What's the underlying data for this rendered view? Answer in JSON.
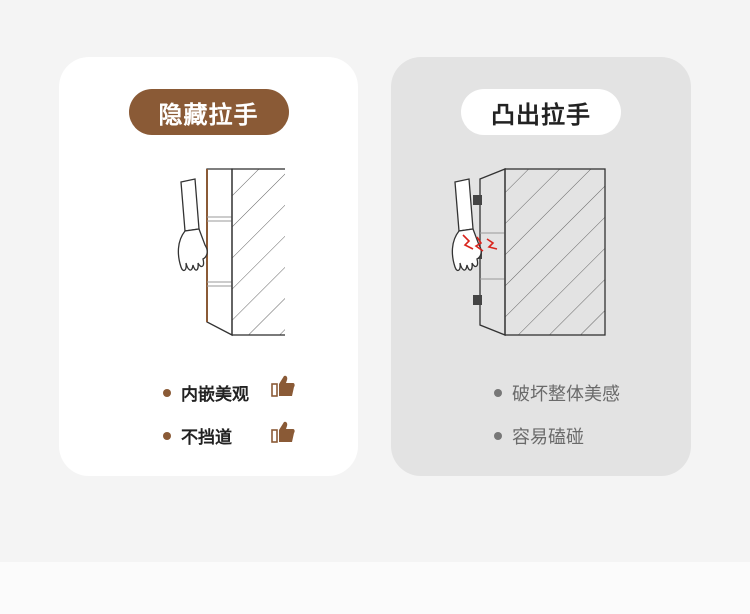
{
  "left_card": {
    "title": "隐藏拉手",
    "features": [
      {
        "text": "内嵌美观",
        "icon": "thumbs-up-icon"
      },
      {
        "text": "不挡道",
        "icon": "thumbs-up-icon"
      }
    ]
  },
  "right_card": {
    "title": "凸出拉手",
    "features": [
      {
        "text": "破坏整体美感"
      },
      {
        "text": "容易磕碰"
      }
    ]
  },
  "colors": {
    "accent": "#8a5a36",
    "left_card_bg": "#ffffff",
    "right_card_bg": "#e3e3e3",
    "collision_red": "#d9241c"
  }
}
